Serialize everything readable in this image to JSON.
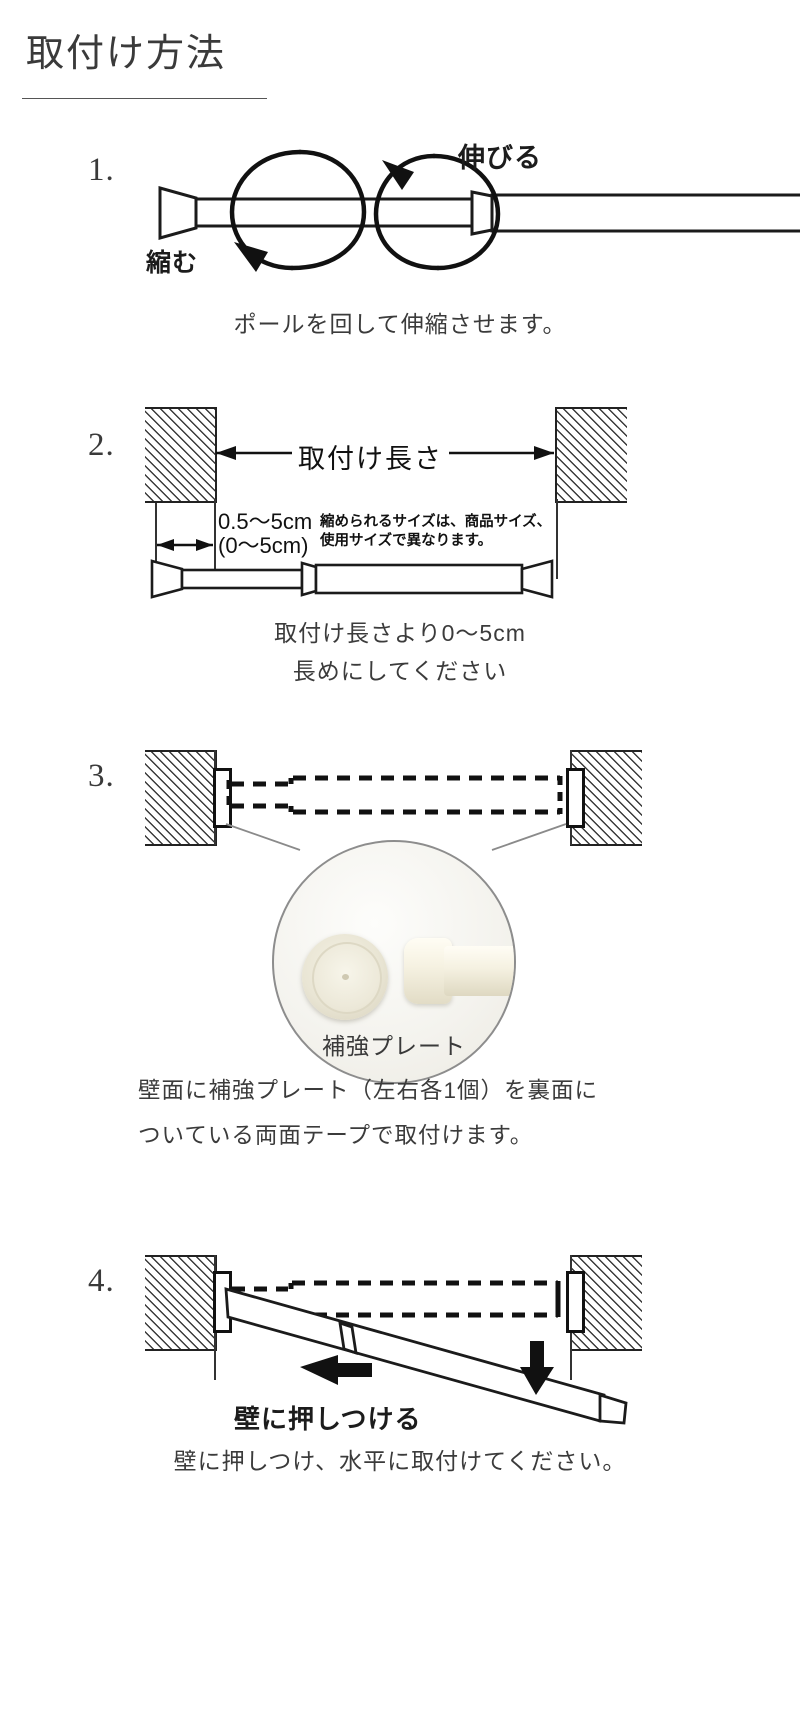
{
  "page": {
    "title": "取付け方法"
  },
  "steps": [
    {
      "number": "1.",
      "labels": {
        "shrink": "縮む",
        "extend": "伸びる"
      },
      "caption": "ポールを回して伸縮させます。"
    },
    {
      "number": "2.",
      "dimension_label": "取付け長さ",
      "gap_label_line1": "0.5〜5cm",
      "gap_label_line2": "(0〜5cm)",
      "note_line1": "縮められるサイズは、商品サイズ、",
      "note_line2": "使用サイズで異なります。",
      "caption_line1": "取付け長さより0〜5cm",
      "caption_line2": "長めにしてください"
    },
    {
      "number": "3.",
      "circle_label": "補強プレート",
      "caption_line1": "壁面に補強プレート（左右各1個）を裏面に",
      "caption_line2": "ついている両面テープで取付けます。"
    },
    {
      "number": "4.",
      "push_label": "壁に押しつける",
      "caption": "壁に押しつけ、水平に取付けてください。"
    }
  ],
  "colors": {
    "ink": "#2b2b2b",
    "line": "#111111",
    "wall_hatch": "#3a3a3a",
    "photo_cream": "#f2eedd",
    "circle_border": "#8d8d8d"
  }
}
